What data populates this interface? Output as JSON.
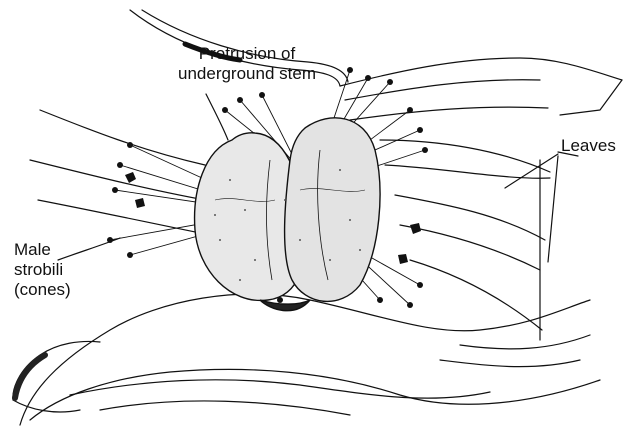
{
  "labels": {
    "protrusion": [
      "Protrusion of",
      "underground stem"
    ],
    "leaves": "Leaves",
    "male": [
      "Male",
      "strobili",
      "(cones)"
    ]
  },
  "colors": {
    "ink": "#111111",
    "paper": "#ffffff"
  }
}
